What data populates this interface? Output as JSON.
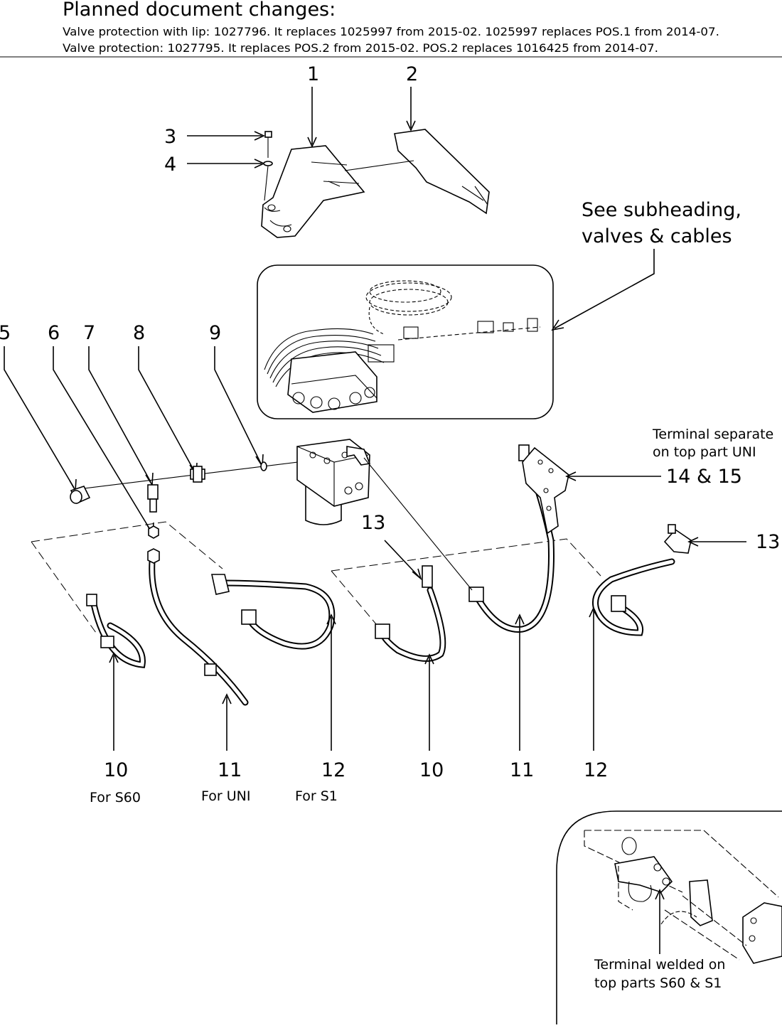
{
  "header": {
    "title": "Planned document changes:",
    "line1": "Valve protection with lip: 1027796. It replaces 1025997 from 2015-02. 1025997 replaces POS.1 from 2014-07.",
    "line2": "Valve protection: 1027795. It replaces POS.2 from 2015-02. POS.2 replaces 1016425 from 2014-07."
  },
  "callouts": {
    "c1": "1",
    "c2": "2",
    "c3": "3",
    "c4": "4",
    "c5": "5",
    "c6": "6",
    "c7": "7",
    "c8": "8",
    "c9": "9",
    "c13a": "13",
    "c13b": "13",
    "c14_15": "14 & 15",
    "c10a": "10",
    "c11a": "11",
    "c12a": "12",
    "c10b": "10",
    "c11b": "11",
    "c12b": "12"
  },
  "notes": {
    "see_sub_1": "See subheading,",
    "see_sub_2": "valves & cables",
    "term_sep_1": "Terminal separate",
    "term_sep_2": "on top part UNI",
    "term_weld_1": "Terminal welded on",
    "term_weld_2": "top parts S60 & S1"
  },
  "variants": {
    "s60": "For S60",
    "uni": "For UNI",
    "s1": "For S1"
  }
}
